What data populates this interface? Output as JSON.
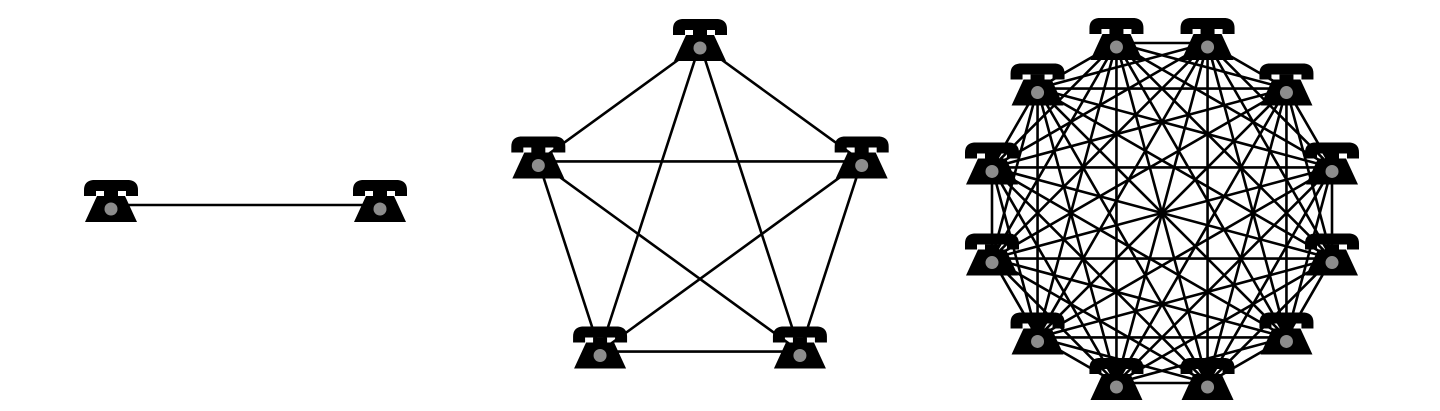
{
  "colors": {
    "background": "#ffffff",
    "edge": "#000000",
    "phone_body": "#000000",
    "dial": "#8c8c8c"
  },
  "networks": [
    {
      "name": "two-phone-network",
      "node_count": 2,
      "fully_connected": true
    },
    {
      "name": "five-phone-network",
      "node_count": 5,
      "fully_connected": true
    },
    {
      "name": "twelve-phone-network",
      "node_count": 12,
      "fully_connected": true
    }
  ],
  "icon": "telephone-icon"
}
